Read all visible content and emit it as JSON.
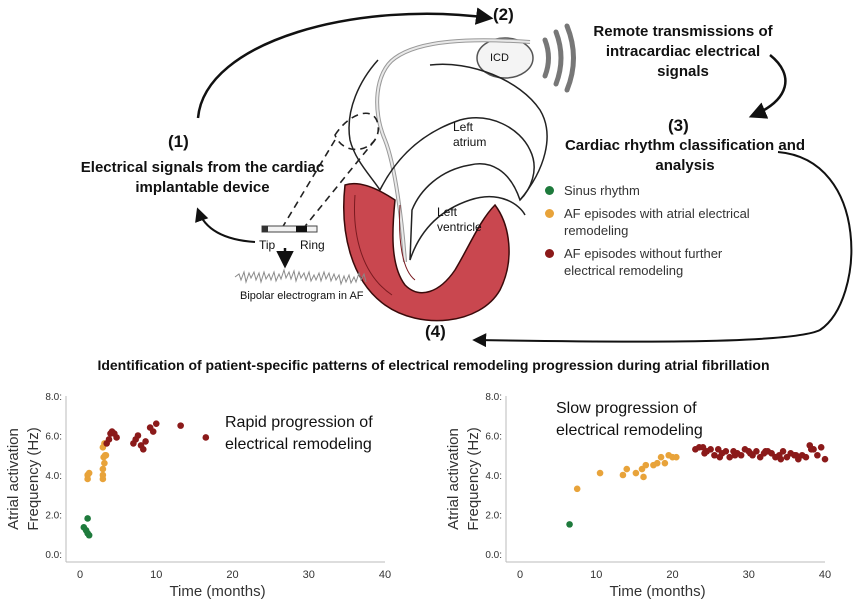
{
  "steps": {
    "s1_num": "(1)",
    "s1_text": "Electrical signals from the cardiac implantable device",
    "s2_num": "(2)",
    "s2_text": "Remote transmissions of intracardiac electrical signals",
    "s3_num": "(3)",
    "s3_text": "Cardiac rhythm classification and analysis",
    "s4_num": "(4)",
    "s4_text": "Identification of patient-specific patterns of electrical remodeling progression during atrial fibrillation"
  },
  "heart": {
    "icd_label": "ICD",
    "left_atrium": "Left\natrium",
    "left_ventricle": "Left\nventricle",
    "tip_label": "Tip",
    "ring_label": "Ring",
    "egm_label": "Bipolar electrogram in AF"
  },
  "legend": [
    {
      "label": "Sinus rhythm",
      "color": "#1e7a3c"
    },
    {
      "label": "AF episodes with atrial electrical remodeling",
      "color": "#e8a33a"
    },
    {
      "label": "AF episodes without further electrical remodeling",
      "color": "#8b1a1a"
    }
  ],
  "chart_data": [
    {
      "type": "scatter",
      "title": "Rapid progression of electrical remodeling",
      "xlabel": "Time (months)",
      "ylabel": "Atrial activation Frequency (Hz)",
      "xlim": [
        0,
        40
      ],
      "ylim": [
        0,
        8.0
      ],
      "xticks": [
        "0",
        "10",
        "20",
        "30",
        "40"
      ],
      "yticks": [
        "0.0",
        "2.0",
        "4.0",
        "6.0",
        "8.0"
      ],
      "grid": false,
      "series": [
        {
          "color": "#1e7a3c",
          "x": [
            0.5,
            1.0,
            1.0,
            1.2,
            0.8
          ],
          "y": [
            1.35,
            1.8,
            1.05,
            0.95,
            1.2
          ]
        },
        {
          "color": "#e8a33a",
          "x": [
            1.0,
            1.0,
            1.2,
            3.0,
            3.0,
            3.2,
            3.1,
            3.3,
            3.0,
            3.2,
            3.4,
            3.0
          ],
          "y": [
            4.0,
            3.8,
            4.1,
            4.0,
            4.3,
            4.6,
            4.9,
            5.0,
            5.4,
            5.6,
            5.0,
            3.8
          ]
        },
        {
          "color": "#8b1a1a",
          "x": [
            3.8,
            4.0,
            4.5,
            4.8,
            7.0,
            7.3,
            7.6,
            8.0,
            8.3,
            8.6,
            9.2,
            9.6,
            10.0,
            13.2,
            16.5,
            3.5,
            4.2
          ],
          "y": [
            5.8,
            6.1,
            6.1,
            5.9,
            5.6,
            5.8,
            6.0,
            5.5,
            5.3,
            5.7,
            6.4,
            6.2,
            6.6,
            6.5,
            5.9,
            5.6,
            6.2
          ]
        }
      ]
    },
    {
      "type": "scatter",
      "title": "Slow progression of electrical remodeling",
      "xlabel": "Time (months)",
      "ylabel": "Atrial activation Frequency (Hz)",
      "xlim": [
        0,
        40
      ],
      "ylim": [
        0,
        8.0
      ],
      "xticks": [
        "0",
        "10",
        "20",
        "30",
        "40"
      ],
      "yticks": [
        "0.0",
        "2.0",
        "4.0",
        "6.0",
        "8.0"
      ],
      "grid": false,
      "series": [
        {
          "color": "#1e7a3c",
          "x": [
            6.5
          ],
          "y": [
            1.5
          ]
        },
        {
          "color": "#e8a33a",
          "x": [
            7.5,
            10.5,
            13.5,
            14.0,
            15.2,
            16.0,
            16.5,
            17.5,
            18.0,
            18.5,
            19.0,
            19.5,
            20.0,
            20.5,
            16.2
          ],
          "y": [
            3.3,
            4.1,
            4.0,
            4.3,
            4.1,
            4.3,
            4.5,
            4.5,
            4.6,
            4.9,
            4.6,
            5.0,
            4.9,
            4.9,
            3.9
          ]
        },
        {
          "color": "#8b1a1a",
          "x": [
            23,
            23.5,
            24,
            24.5,
            25,
            25.5,
            26,
            26.5,
            27,
            27.5,
            28,
            28.5,
            29,
            29.5,
            30,
            30.5,
            31,
            31.5,
            32,
            32.5,
            33,
            33.5,
            34,
            34.5,
            35,
            35.5,
            36,
            36.5,
            37,
            37.5,
            38,
            38.5,
            39,
            39.5,
            40,
            24.2,
            26.2,
            28.2,
            30.2,
            32.2,
            34.2,
            36.2,
            38.2
          ],
          "y": [
            5.3,
            5.4,
            5.4,
            5.2,
            5.3,
            5.0,
            5.3,
            5.1,
            5.2,
            4.9,
            5.2,
            5.1,
            5.0,
            5.3,
            5.2,
            5.0,
            5.2,
            4.9,
            5.1,
            5.2,
            5.1,
            4.9,
            5.0,
            5.2,
            4.9,
            5.1,
            5.0,
            4.8,
            5.0,
            4.9,
            5.5,
            5.3,
            5.0,
            5.4,
            4.8,
            5.1,
            4.9,
            5.0,
            5.1,
            5.2,
            4.8,
            5.0,
            5.3
          ]
        }
      ]
    }
  ]
}
